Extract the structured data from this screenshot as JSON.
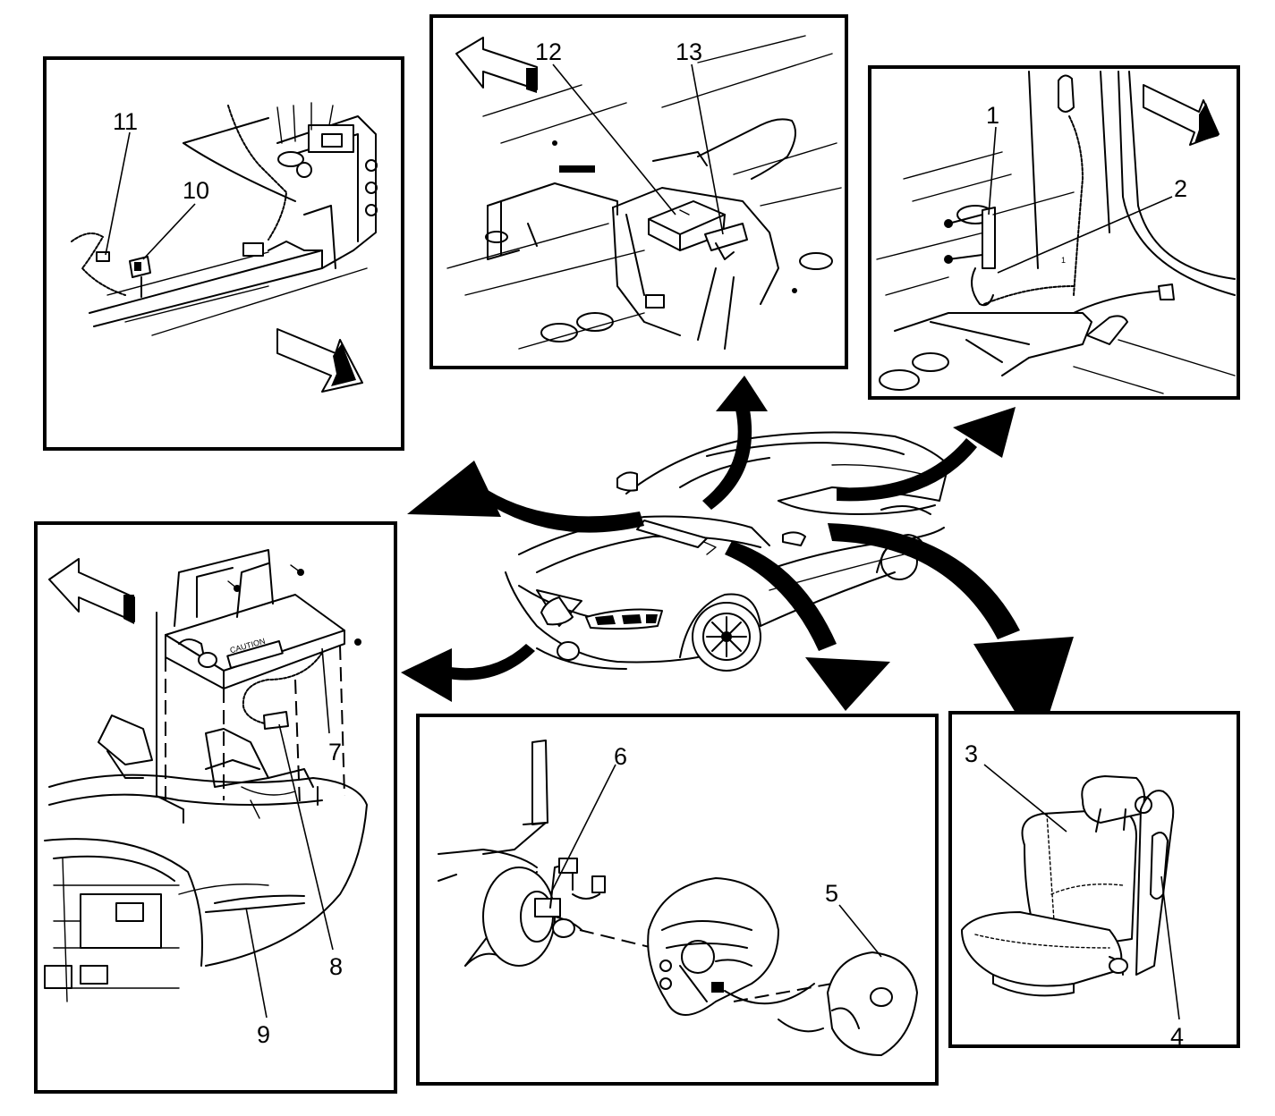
{
  "callouts": {
    "c1": "1",
    "c2": "2",
    "c3": "3",
    "c4": "4",
    "c5": "5",
    "c6": "6",
    "c7": "7",
    "c8": "8",
    "c9": "9",
    "c10": "10",
    "c11": "11",
    "c12": "12",
    "c13": "13"
  },
  "labels": {
    "caution": "CAUTION"
  }
}
